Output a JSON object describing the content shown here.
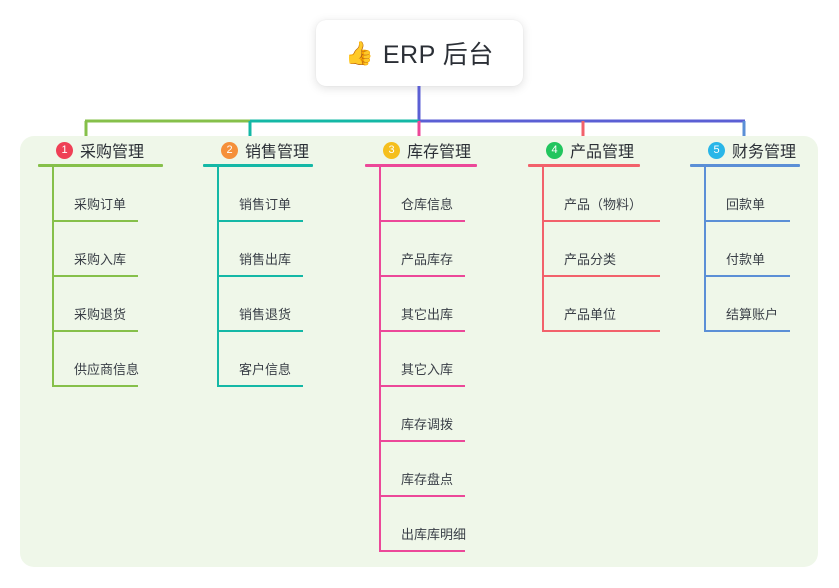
{
  "root": {
    "icon": "thumbs-up-emoji",
    "icon_glyph": "👍",
    "title": "ERP 后台"
  },
  "palette": {
    "panel_bg": "#eff7e9",
    "page_bg": "#ffffff",
    "root_trunk": "#5b5fd4",
    "text": "#2b2f36"
  },
  "columns": [
    {
      "number": "1",
      "title": "采购管理",
      "badge_color": "#ef4056",
      "line_color": "#86c04a",
      "items": [
        {
          "label": "采购订单"
        },
        {
          "label": "采购入库"
        },
        {
          "label": "采购退货"
        },
        {
          "label": "供应商信息"
        }
      ]
    },
    {
      "number": "2",
      "title": "销售管理",
      "badge_color": "#f5903a",
      "line_color": "#14b8a6",
      "items": [
        {
          "label": "销售订单"
        },
        {
          "label": "销售出库"
        },
        {
          "label": "销售退货"
        },
        {
          "label": "客户信息"
        }
      ]
    },
    {
      "number": "3",
      "title": "库存管理",
      "badge_color": "#f5bf1e",
      "line_color": "#ec4899",
      "items": [
        {
          "label": "仓库信息"
        },
        {
          "label": "产品库存"
        },
        {
          "label": "其它出库"
        },
        {
          "label": "其它入库"
        },
        {
          "label": "库存调拨"
        },
        {
          "label": "库存盘点"
        },
        {
          "label": "出库库明细"
        }
      ]
    },
    {
      "number": "4",
      "title": "产品管理",
      "badge_color": "#22c55e",
      "line_color": "#f2616b",
      "items": [
        {
          "label": "产品（物料）"
        },
        {
          "label": "产品分类"
        },
        {
          "label": "产品单位"
        }
      ]
    },
    {
      "number": "5",
      "title": "财务管理",
      "badge_color": "#29b6e8",
      "line_color": "#5b8fd6",
      "items": [
        {
          "label": "回款单"
        },
        {
          "label": "付款单"
        },
        {
          "label": "结算账户"
        }
      ]
    }
  ]
}
